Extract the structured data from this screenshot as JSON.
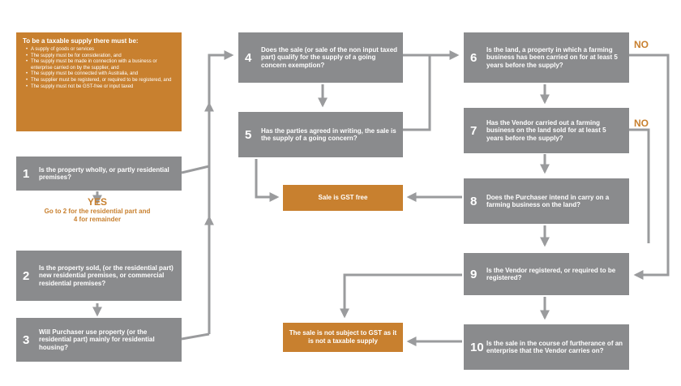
{
  "colors": {
    "grey": "#8a8b8d",
    "orange": "#c8802f",
    "arrow": "#9a9b9d"
  },
  "intro": {
    "heading": "To be a taxable supply there must be:",
    "items": [
      "A supply of goods or services",
      "The supply must be for consideration, and",
      "The supply must be made in connection with a business or enterprise carried on by the supplier, and",
      "The supply must be connected with Australia, and",
      "The supplier must be registered, or required to be registered, and",
      "The supply must not be GST-free or input taxed"
    ]
  },
  "questions": [
    {
      "num": "1",
      "text": "Is the property wholly, or partly residential premises?"
    },
    {
      "num": "2",
      "text": "Is the property sold, (or the residential part) new residential premises, or commercial residential premises?"
    },
    {
      "num": "3",
      "text": "Will Purchaser use property (or the residential part) mainly for residential housing?"
    },
    {
      "num": "4",
      "text": "Does the sale (or sale of the non input taxed part) qualify for the supply of a going concern exemption?"
    },
    {
      "num": "5",
      "text": "Has the parties agreed in writing, the sale is the supply of a going concern?"
    },
    {
      "num": "6",
      "text": "Is the land, a property in which a farming business has been carried on for at least 5 years before the supply?"
    },
    {
      "num": "7",
      "text": "Has the Vendor carried out a farming business on the land sold for at least 5 years before the supply?"
    },
    {
      "num": "8",
      "text": "Does the Purchaser intend in carry on a farming business on the land?"
    },
    {
      "num": "9",
      "text": "Is the Vendor registered, or required to be registered?"
    },
    {
      "num": "10",
      "text": "Is the sale in the course of furtherance of an enterprise that the Vendor carries on?"
    }
  ],
  "results": {
    "gst_free": "Sale is GST free",
    "not_taxable": "The sale is not subject to GST as it is not a taxable supply"
  },
  "labels": {
    "yes": "YES",
    "yes_note": "Go to 2 for the residential part and 4 for remainder",
    "no": "NO"
  }
}
